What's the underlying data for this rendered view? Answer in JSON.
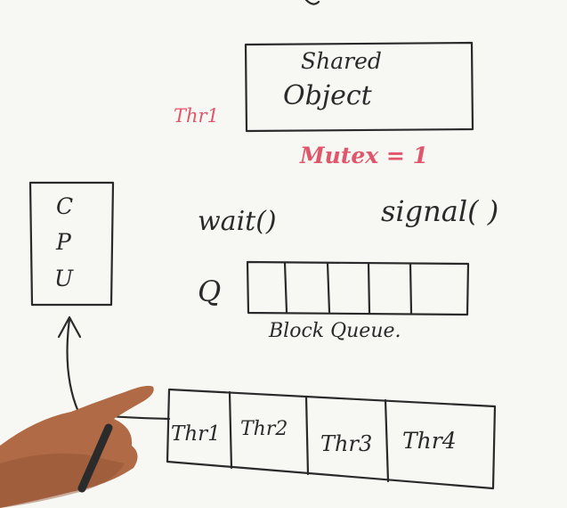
{
  "shared_object": {
    "line1": "Shared",
    "line2": "Object"
  },
  "side_note": "Thr1",
  "mutex_label": "Mutex = 1",
  "cpu": {
    "letters": [
      "C",
      "P",
      "U"
    ]
  },
  "operations": {
    "wait": "wait()",
    "signal": "signal( )"
  },
  "queue": {
    "marker": "Q",
    "label": "Block Queue."
  },
  "threads": [
    {
      "label": "Thr1"
    },
    {
      "label": "Thr2"
    },
    {
      "label": "Thr3"
    },
    {
      "label": "Thr4"
    }
  ],
  "colors": {
    "ink": "#2a2a2a",
    "marker_red": "#e0566a",
    "board": "#f7f7f4",
    "skin": "#b06a45",
    "pen": "#2b2b2b"
  }
}
